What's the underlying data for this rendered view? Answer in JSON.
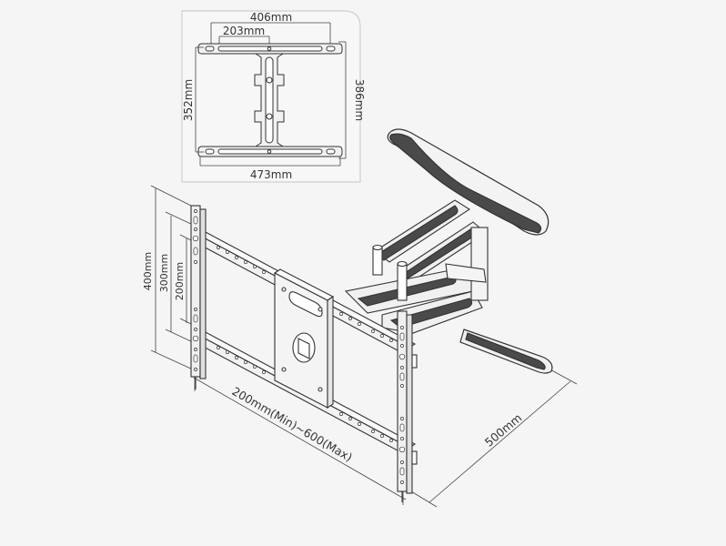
{
  "diagram": {
    "subject": "Full-motion TV wall mount (articulating arm) technical drawing",
    "colors": {
      "background": "#f5f5f5",
      "line": "#333333",
      "dark_fill": "#4a4a4a",
      "light_fill": "#eeeeee"
    }
  },
  "inset": {
    "name": "wall-plate-dimensions",
    "labels": {
      "top_outer": "406mm",
      "top_inner": "203mm",
      "left": "352mm",
      "right": "386mm",
      "bottom": "473mm"
    }
  },
  "main": {
    "vertical_dims": {
      "outer": "400mm",
      "middle": "300mm",
      "inner": "200mm"
    },
    "horizontal_dim": "200mm(Min)~600(Max)",
    "extension_dim": "500mm"
  }
}
